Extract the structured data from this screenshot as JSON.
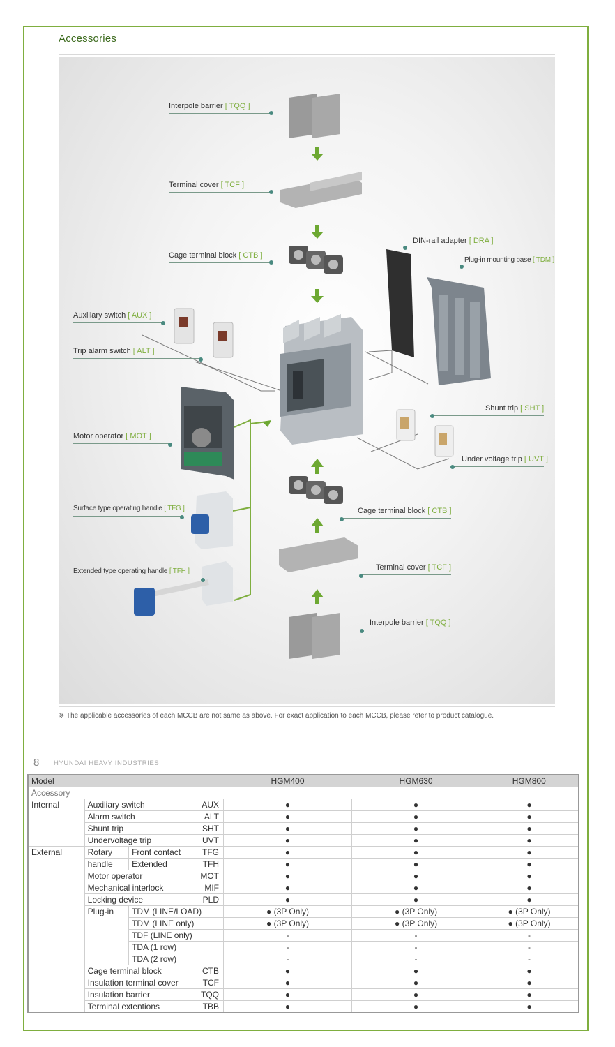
{
  "section_title": "Accessories",
  "labels": {
    "interpole_top": {
      "name": "Interpole barrier",
      "code": "[ TQQ ]"
    },
    "terminal_cover_top": {
      "name": "Terminal cover",
      "code": "[ TCF ]"
    },
    "cage_top": {
      "name": "Cage terminal block",
      "code": "[ CTB ]"
    },
    "din_rail": {
      "name": "DIN-rail adapter",
      "code": "[ DRA ]"
    },
    "plugin_base": {
      "name": "Plug-in mounting base",
      "code": "[ TDM ]"
    },
    "aux_switch": {
      "name": "Auxiliary switch",
      "code": "[ AUX ]"
    },
    "trip_alarm": {
      "name": "Trip alarm switch",
      "code": "[ ALT ]"
    },
    "shunt_trip": {
      "name": "Shunt trip",
      "code": "[ SHT ]"
    },
    "motor_operator": {
      "name": "Motor operator",
      "code": "[ MOT ]"
    },
    "under_voltage": {
      "name": "Under voltage trip",
      "code": "[ UVT ]"
    },
    "surface_handle": {
      "name": "Surface type operating handle",
      "code": "[ TFG ]"
    },
    "cage_bottom": {
      "name": "Cage terminal block",
      "code": "[ CTB ]"
    },
    "terminal_cover_bottom": {
      "name": "Terminal cover",
      "code": "[ TCF ]"
    },
    "extended_handle": {
      "name": "Extended type operating handle",
      "code": "[ TFH ]"
    },
    "interpole_bottom": {
      "name": "Interpole barrier",
      "code": "[ TQQ ]"
    }
  },
  "footnote": "※ The applicable accessories of each MCCB are not same as above. For exact application to each MCCB, please reter to product catalogue.",
  "page_number": "8",
  "brand": "HYUNDAI HEAVY INDUSTRIES",
  "table": {
    "header_model": "Model",
    "header_accessory": "Accessory",
    "models": [
      "HGM400",
      "HGM630",
      "HGM800"
    ],
    "groups": {
      "internal": "Internal",
      "external": "External"
    },
    "rows": {
      "aux": {
        "label": "Auxiliary switch",
        "code": "AUX",
        "v": [
          "●",
          "●",
          "●"
        ]
      },
      "alt": {
        "label": "Alarm switch",
        "code": "ALT",
        "v": [
          "●",
          "●",
          "●"
        ]
      },
      "sht": {
        "label": "Shunt trip",
        "code": "SHT",
        "v": [
          "●",
          "●",
          "●"
        ]
      },
      "uvt": {
        "label": "Undervoltage trip",
        "code": "UVT",
        "v": [
          "●",
          "●",
          "●"
        ]
      },
      "rotary_label_1": "Rotary",
      "rotary_label_2": "handle",
      "tfg": {
        "label": "Front contact",
        "code": "TFG",
        "v": [
          "●",
          "●",
          "●"
        ]
      },
      "tfh": {
        "label": "Extended",
        "code": "TFH",
        "v": [
          "●",
          "●",
          "●"
        ]
      },
      "mot": {
        "label": "Motor operator",
        "code": "MOT",
        "v": [
          "●",
          "●",
          "●"
        ]
      },
      "mif": {
        "label": "Mechanical interlock",
        "code": "MIF",
        "v": [
          "●",
          "●",
          "●"
        ]
      },
      "pld": {
        "label": "Locking device",
        "code": "PLD",
        "v": [
          "●",
          "●",
          "●"
        ]
      },
      "plugin_label": "Plug-in",
      "tdm_ll": {
        "label": "TDM (LINE/LOAD)",
        "v": [
          "● (3P Only)",
          "● (3P Only)",
          "● (3P Only)"
        ]
      },
      "tdm_l": {
        "label": "TDM (LINE only)",
        "v": [
          "● (3P Only)",
          "● (3P Only)",
          "● (3P Only)"
        ]
      },
      "tdf": {
        "label": "TDF (LINE only)",
        "v": [
          "-",
          "-",
          "-"
        ]
      },
      "tda1": {
        "label": "TDA (1 row)",
        "v": [
          "-",
          "-",
          "-"
        ]
      },
      "tda2": {
        "label": "TDA (2 row)",
        "v": [
          "-",
          "-",
          "-"
        ]
      },
      "ctb": {
        "label": "Cage terminal block",
        "code": "CTB",
        "v": [
          "●",
          "●",
          "●"
        ]
      },
      "tcf": {
        "label": "Insulation terminal cover",
        "code": "TCF",
        "v": [
          "●",
          "●",
          "●"
        ]
      },
      "tqq": {
        "label": "Insulation barrier",
        "code": "TQQ",
        "v": [
          "●",
          "●",
          "●"
        ]
      },
      "tbb": {
        "label": "Terminal extentions",
        "code": "TBB",
        "v": [
          "●",
          "●",
          "●"
        ]
      }
    }
  },
  "colors": {
    "accent": "#7fae3f",
    "title": "#3d6b1e",
    "line": "#4a8a80"
  }
}
